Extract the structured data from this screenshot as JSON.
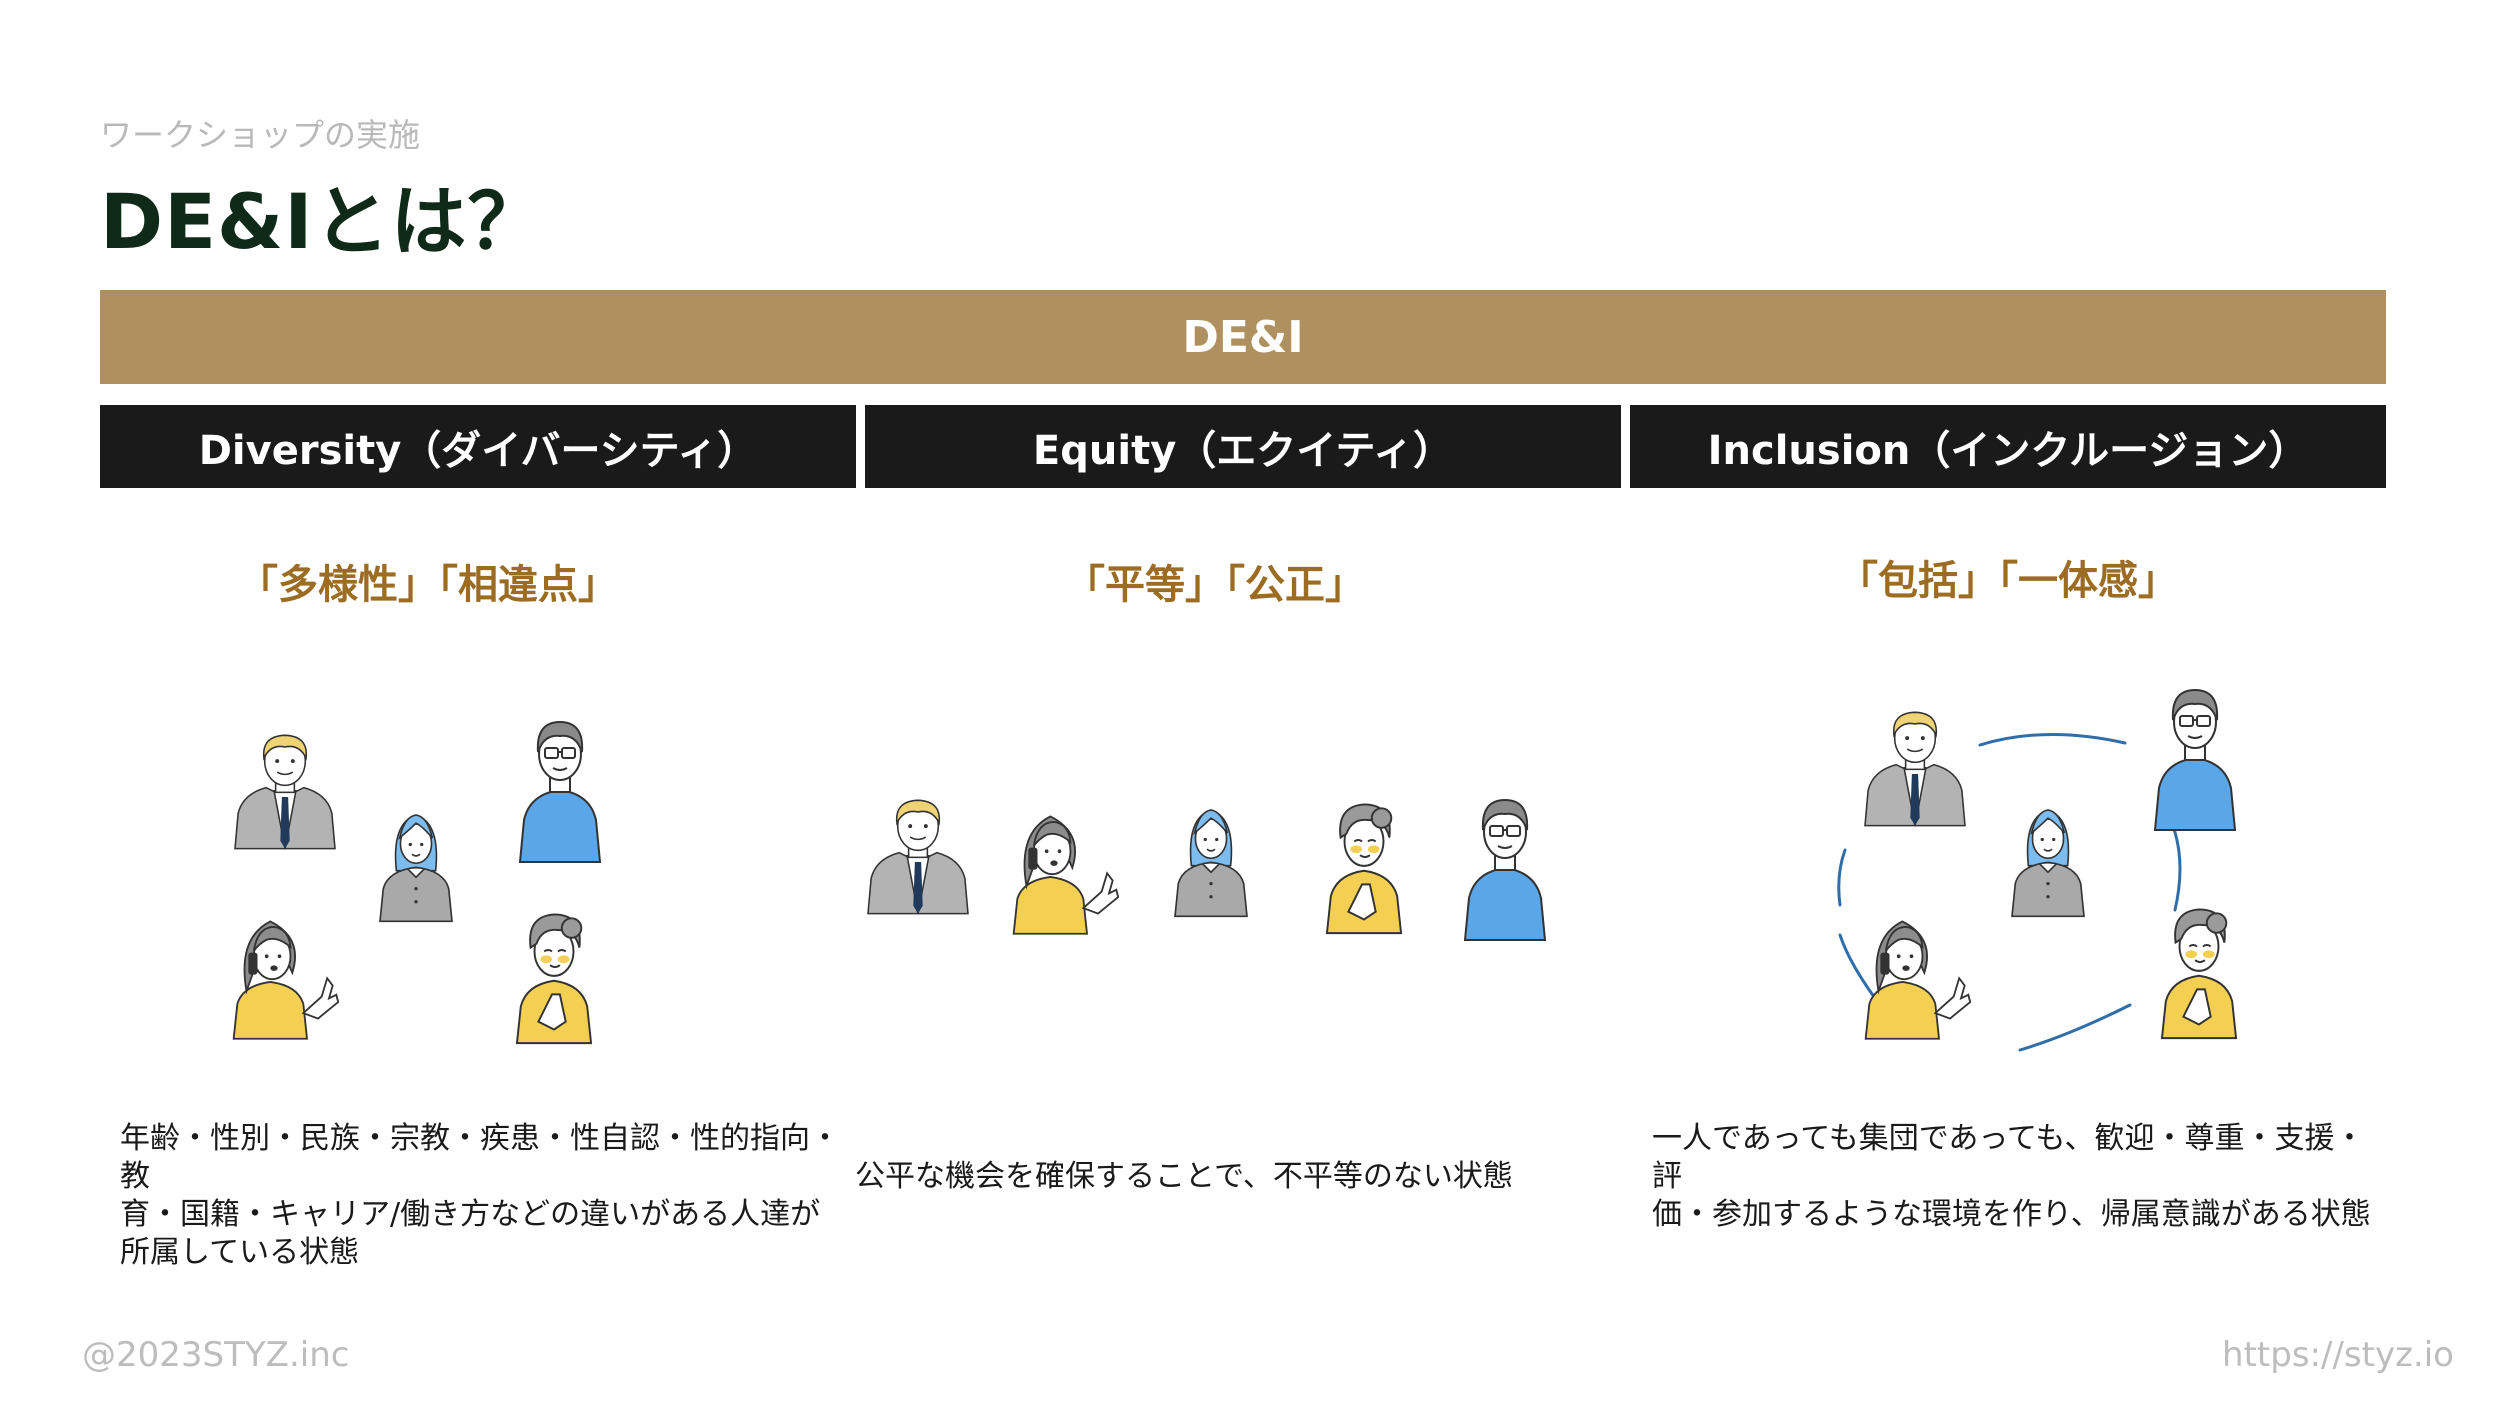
{
  "header": {
    "subtitle": "ワークショップの実施",
    "title": "DE&Iとは？"
  },
  "banner": {
    "label": "DE&I"
  },
  "columns": [
    {
      "header": "Diversity（ダイバーシティ）",
      "keyword": "「多様性」「相違点」",
      "description_lines": [
        "年齢・性別・民族・宗教・疾患・性自認・性的指向・教",
        "育・国籍・キャリア/働き方などの違いがある人達が",
        "所属している状態"
      ]
    },
    {
      "header": "Equity（エクイティ）",
      "keyword": "「平等」「公正」",
      "description_lines": [
        "公平な機会を確保することで、不平等のない状態"
      ]
    },
    {
      "header": "Inclusion（インクルージョン）",
      "keyword": "「包括」「一体感」",
      "description_lines": [
        "一人であっても集団であっても、歓迎・尊重・支援・評",
        "価・参加するような環境を作り、帰属意識がある状態"
      ]
    }
  ],
  "footer": {
    "left": "@2023STYZ.inc",
    "right": "https://styz.io"
  },
  "colors": {
    "banner": "#ae915f",
    "column_header": "#1a1a1a",
    "keyword": "#9b6c22",
    "circle_dashes": "#2f6ea8",
    "blue_clothes": "#5ba6e6",
    "gray_clothes": "#a9a9a9",
    "yellow_clothes": "#f3d052"
  }
}
